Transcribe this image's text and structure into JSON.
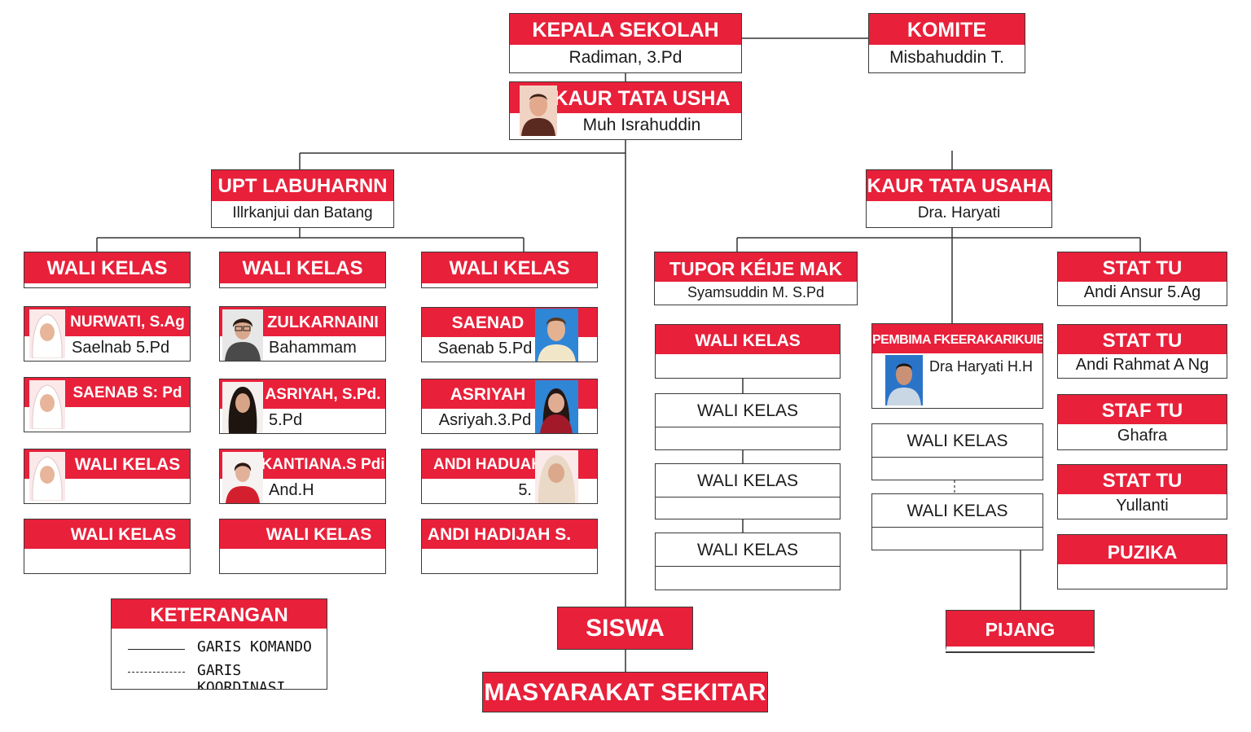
{
  "colors": {
    "header_red": "#e8203a",
    "line": "#333333"
  },
  "top": {
    "kepala": {
      "title": "KEPALA SEKOLAH",
      "name": "Radiman, 3.Pd"
    },
    "komite": {
      "title": "KOMITE",
      "name": "Misbahuddin T."
    },
    "kaur": {
      "title": "KAUR TATA USHA",
      "name": "Muh Israhuddin"
    }
  },
  "left": {
    "upt": {
      "title": "UPT LABUHARNN",
      "name": "Illrkanjui dan Batang"
    },
    "col_headers": [
      "WALI KELAS",
      "WALI KELAS",
      "WALI KELAS"
    ],
    "col1": [
      {
        "title": "NURWATI, S.Ag",
        "name": "Saelnab 5.Pd"
      },
      {
        "title": "SAENAB S: Pd",
        "name": ""
      },
      {
        "title": "WALI KELAS",
        "name": ""
      },
      {
        "title": "WALI KELAS",
        "name": ""
      }
    ],
    "col2": [
      {
        "title": "ZULKARNAINI",
        "name": "Bahammam"
      },
      {
        "title": "ASRIYAH, S.Pd.",
        "name": "5.Pd"
      },
      {
        "title": "KANTIANA.S Pdi",
        "name": "And.H"
      },
      {
        "title": "WALI KELAS",
        "name": ""
      }
    ],
    "col3": [
      {
        "title": "SAENAD",
        "name": "Saenab 5.Pd"
      },
      {
        "title": "ASRIYAH",
        "name": "Asriyah.3.Pd"
      },
      {
        "title": "ANDI HADUAH",
        "name": "5."
      },
      {
        "title": "ANDI HADIJAH S.",
        "name": ""
      }
    ]
  },
  "right": {
    "kaur": {
      "title": "KAUR TATA USAHA",
      "name": "Dra. Haryati"
    },
    "tupor": {
      "title": "TUPOR KÉIJE MAK",
      "name": "Syamsuddin M. S.Pd"
    },
    "wali_red": "WALI KELAS",
    "wali_list": [
      "WALI KELAS",
      "WALI KELAS",
      "WALI KELAS"
    ],
    "pembina": {
      "title": "PEMBIMA FKEERAKARIKUIER",
      "name": "Dra Haryati H.H"
    },
    "pembina_list": [
      "WALI KELAS",
      "WALI KELAS"
    ],
    "staff": [
      {
        "title": "STAT TU",
        "name": "Andi Ansur 5.Ag"
      },
      {
        "title": "STAT TU",
        "name": "Andi Rahmat A Ng"
      },
      {
        "title": "STAF TU",
        "name": "Ghafra"
      },
      {
        "title": "STAT TU",
        "name": "Yullanti"
      },
      {
        "title": "PUZIKA",
        "name": ""
      }
    ],
    "pijang": "PIJANG"
  },
  "bottom": {
    "siswa": "SISWA",
    "masyarakat": "MASYARAKAT SEKITAR"
  },
  "legend": {
    "title": "KETERANGAN",
    "komando": "GARIS  KOMANDO",
    "koordinasi": "GARIS  KOORDINASI"
  }
}
